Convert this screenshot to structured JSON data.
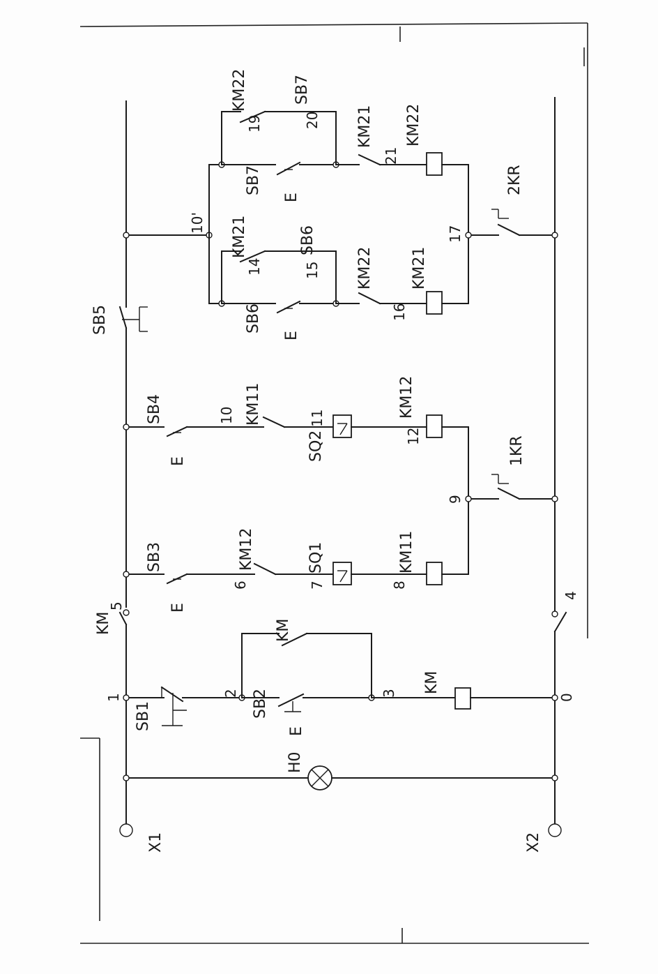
{
  "diagram": {
    "terminals": {
      "x1": "X1",
      "x2": "X2"
    },
    "lamp": "H0",
    "buttons": {
      "sb1": "SB1",
      "sb2": "SB2",
      "sb3": "SB3",
      "sb4": "SB4",
      "sb5": "SB5",
      "sb6": "SB6",
      "sb6_upper": "SB6",
      "sb7": "SB7",
      "sb7_upper": "SB7"
    },
    "coils": {
      "km": "KM",
      "km11": "KM11",
      "km12": "KM12",
      "km21": "KM21",
      "km22": "KM22"
    },
    "contacts": {
      "km_main": "KM",
      "km_hold": "KM",
      "km12_interlock": "KM12",
      "km11_interlock": "KM11",
      "km22_interlock": "KM22",
      "km21_interlock": "KM21",
      "km21_hold": "KM21",
      "km22_hold": "KM22"
    },
    "limit_switches": {
      "sq1": "SQ1",
      "sq2": "SQ2"
    },
    "thermal_relays": {
      "kr1": "1KR",
      "kr2": "2KR"
    },
    "node_numbers": {
      "n0": "0",
      "n1": "1",
      "n2": "2",
      "n3": "3",
      "n4": "4",
      "n5": "5",
      "n6": "6",
      "n7": "7",
      "n8": "8",
      "n9": "9",
      "n10": "10",
      "n10p": "10'",
      "n11": "11",
      "n12": "12",
      "n14": "14",
      "n15": "15",
      "n16": "16",
      "n17": "17",
      "n19": "19",
      "n20": "20",
      "n21": "21"
    },
    "push_symbol": "E"
  }
}
